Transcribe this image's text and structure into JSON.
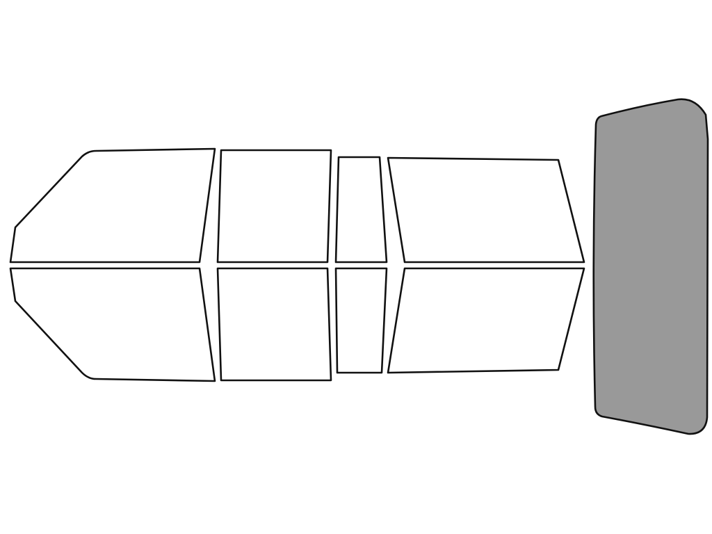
{
  "diagram": {
    "colors": {
      "clear_fill": "#ffffff",
      "selected_fill": "#999999",
      "outline": "#111111",
      "background": "#ffffff"
    },
    "panes": [
      {
        "id": "front-left-upper",
        "state": "clear"
      },
      {
        "id": "rear-left-door-upper",
        "state": "clear"
      },
      {
        "id": "left-quarter-upper",
        "state": "clear"
      },
      {
        "id": "rear-left-side-upper",
        "state": "clear"
      },
      {
        "id": "front-right-lower",
        "state": "clear"
      },
      {
        "id": "rear-right-door-lower",
        "state": "clear"
      },
      {
        "id": "right-quarter-lower",
        "state": "clear"
      },
      {
        "id": "rear-right-side-lower",
        "state": "clear"
      },
      {
        "id": "rear-windshield",
        "state": "selected"
      }
    ]
  }
}
